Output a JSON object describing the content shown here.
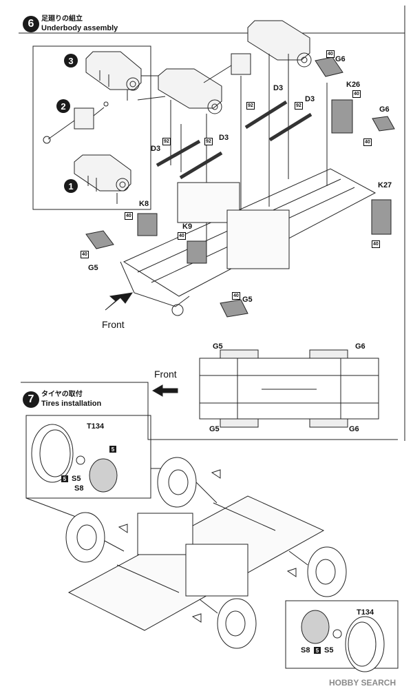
{
  "step6": {
    "number": "6",
    "title_jp": "足廻りの組立",
    "title_en": "Underbody assembly",
    "sub_steps": [
      "3",
      "2",
      "1"
    ],
    "parts": {
      "g6_top": "G6",
      "k26": "K26",
      "g6_right": "G6",
      "k27": "K27",
      "d3_a": "D3",
      "d3_b": "D3",
      "d3_c": "D3",
      "d3_d": "D3",
      "k8": "K8",
      "k9": "K9",
      "g5_left": "G5",
      "g5_bottom": "G5"
    },
    "plate_numbers": {
      "g6_top": "40",
      "k26": "40",
      "g6_right": "40",
      "k27": "40",
      "d3_a": "92",
      "d3_b": "92",
      "d3_c": "92",
      "d3_d": "92",
      "k8": "40",
      "k9": "40",
      "g5_left": "40",
      "g5_bottom": "40"
    },
    "front_label": "Front"
  },
  "topview": {
    "front_label": "Front",
    "g5_top": "G5",
    "g6_top": "G6",
    "g5_bottom": "G5",
    "g6_bottom": "G6"
  },
  "step7": {
    "number": "7",
    "title_jp": "タイヤの取付",
    "title_en": "Tires installation",
    "callout_left": {
      "tire": "T134",
      "plate": "5",
      "s5_plate": "5",
      "s5": "S5",
      "s8": "S8"
    },
    "callout_right": {
      "tire": "T134",
      "s8": "S8",
      "plate": "5",
      "s5": "S5"
    }
  },
  "watermark": "HOBBY SEARCH",
  "colors": {
    "ink": "#1a1a1a",
    "part_gray": "#9a9a9a",
    "light_gray": "#d9d9d9",
    "watermark": "#8a8a8a"
  }
}
